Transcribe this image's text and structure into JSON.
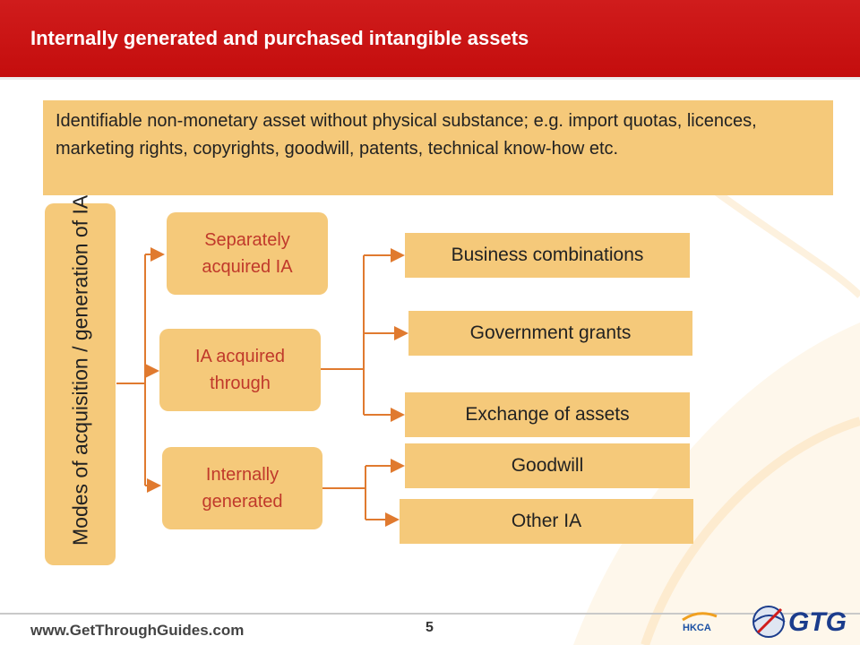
{
  "slide": {
    "title": "Internally generated and purchased intangible assets",
    "definition": "Identifiable non-monetary asset without physical substance; e.g. import quotas, licences, marketing rights, copyrights, goodwill, patents, technical know-how etc.",
    "root_label": "Modes of acquisition / generation of IA",
    "middle": [
      {
        "label": "Separately acquired IA"
      },
      {
        "label": "IA acquired through"
      },
      {
        "label": "Internally generated"
      }
    ],
    "acquired_through": [
      {
        "label": "Business combinations"
      },
      {
        "label": "Government grants"
      },
      {
        "label": "Exchange of assets"
      }
    ],
    "internally_generated": [
      {
        "label": "Goodwill"
      },
      {
        "label": "Other IA"
      }
    ]
  },
  "footer": {
    "website": "www.GetThroughGuides.com",
    "page_number": "5",
    "logo_hkca": "HKCA",
    "logo_gtg": "GTG"
  },
  "colors": {
    "header_red": "#c40d0d",
    "box_fill": "#f5c97a",
    "connector": "#e07a2f",
    "middle_text": "#c0392b"
  }
}
